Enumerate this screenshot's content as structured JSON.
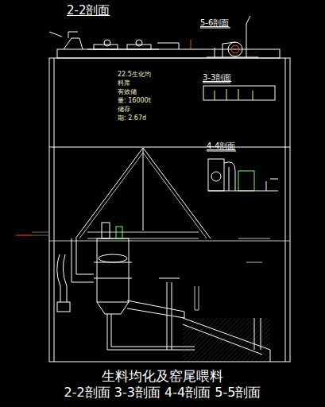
{
  "diagram": {
    "title": "2-2剖面",
    "caption": "生料均化及窑尾喂料",
    "labels": [
      "5-6剖面",
      "3-3剖面",
      "4-4剖面",
      "22.5生化均",
      "料库",
      "有效储",
      "量: 16000t",
      "储存",
      "期: 2.67d",
      "2-2剖面 3-3剖面 4-4剖面 5-5剖面"
    ]
  }
}
